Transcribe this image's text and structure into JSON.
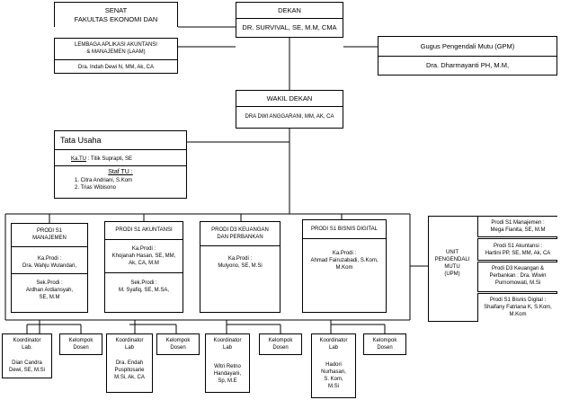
{
  "senat": {
    "line1": "SENAT",
    "line2": "FAKULTAS EKONOMI DAN"
  },
  "dekan": {
    "title": "DEKAN",
    "name": "DR. SURVIVAL, SE, M.M, CMA"
  },
  "laam": {
    "line1": "LEMBAGA APLIKASI AKUNTANSI",
    "line2": "& MANAJEMEN  (LAAM)",
    "name": "Dra. Indah Dewi N, MM, Ak, CA"
  },
  "gpm": {
    "title": "Gugus Pengendali Mutu (GPM)",
    "name": "Dra. Dharmayanti PH, M.M,"
  },
  "wakil_dekan": {
    "title": "WAKIL DEKAN",
    "name": "DRA DWI ANGGARANI, MM, AK, CA"
  },
  "tata_usaha": {
    "title": "Tata Usaha",
    "katu_label": "Ka.TU",
    "katu_name": " :  Titik Suprapti, SE",
    "staf_label": "Staf TU :",
    "staf": [
      "1.     Citra Andriani, S.Kom",
      "2.     Trias Wibisono"
    ]
  },
  "prodi": [
    {
      "title": [
        "PRODI S1",
        "MANAJEMEN"
      ],
      "ka": [
        "Ka.Prodi :",
        "Dra. Wahju Wulandari,"
      ],
      "sek": [
        "Sek.Prodi :",
        "Ardhan Ardiansyah,",
        "SE, M.M"
      ]
    },
    {
      "title": [
        "PRODI S1 AKUNTANSI"
      ],
      "ka": [
        "Ka.Prodi :",
        "Khojanah Hasan, SE, MM,",
        "Ak, CA, M.M"
      ],
      "sek": [
        "Sek.Prodi :",
        "M. Syafiq, SE, M.SA,"
      ]
    },
    {
      "title": [
        "PRODI D3 KEUANGAN",
        "DAN PERBANKAN"
      ],
      "ka": [
        "Ka.Prodi :",
        "Mulyono, SE, M.Si"
      ]
    },
    {
      "title": [
        "PRODI S1 BISNIS DIGITAL"
      ],
      "ka": [
        "Ka.Prodi :",
        "Ahmad Fairuzabadi, S.Kom,",
        "M.Kom"
      ]
    }
  ],
  "upm": {
    "label": [
      "UNIT",
      "PENGENDALI",
      "MUTU",
      "(UPM)"
    ],
    "items": [
      [
        "Prodi S1 Manajemen :",
        "Mega Fianita, SE, M.M"
      ],
      [
        "Prodi S1 Akuntansi :",
        "Hartini PP, SE, MM, Ak, CA"
      ],
      [
        "Prodi D3 Keuangan &",
        "Perbankan : Dra. Wiwin",
        "Purnomowati, M.Si"
      ],
      [
        "Prodi S1 Bisnis Digital :",
        "Shaifany Fatriana K, S.Kom,",
        "M.Kom"
      ]
    ]
  },
  "groups": [
    {
      "coord": [
        "Koordinator",
        "Lab."
      ],
      "coord_name": [
        "Dian Candra",
        "Dewi, SE, M.Si"
      ],
      "dosen": [
        "Kelompok",
        "Dosen"
      ]
    },
    {
      "coord": [
        "Koordinator",
        "Lab"
      ],
      "coord_name": [
        "Dra. Endah",
        "Puspitosarie",
        "M.Si, Ak, CA"
      ],
      "dosen": [
        "Kelompok",
        "Dosen"
      ]
    },
    {
      "coord": [
        "Koordinator",
        "Lab"
      ],
      "coord_name": [
        "Witri Retno",
        "Handayani,",
        "Sp, M.E"
      ],
      "dosen": [
        "Kelompok",
        "Dosen"
      ]
    },
    {
      "coord": [
        "Koordinator",
        "Lab"
      ],
      "coord_name": [
        "Hadori",
        "Nurhasan,",
        "S. Kom,",
        "M.Si"
      ],
      "dosen": [
        "Kelompok",
        "Dosen"
      ]
    }
  ]
}
